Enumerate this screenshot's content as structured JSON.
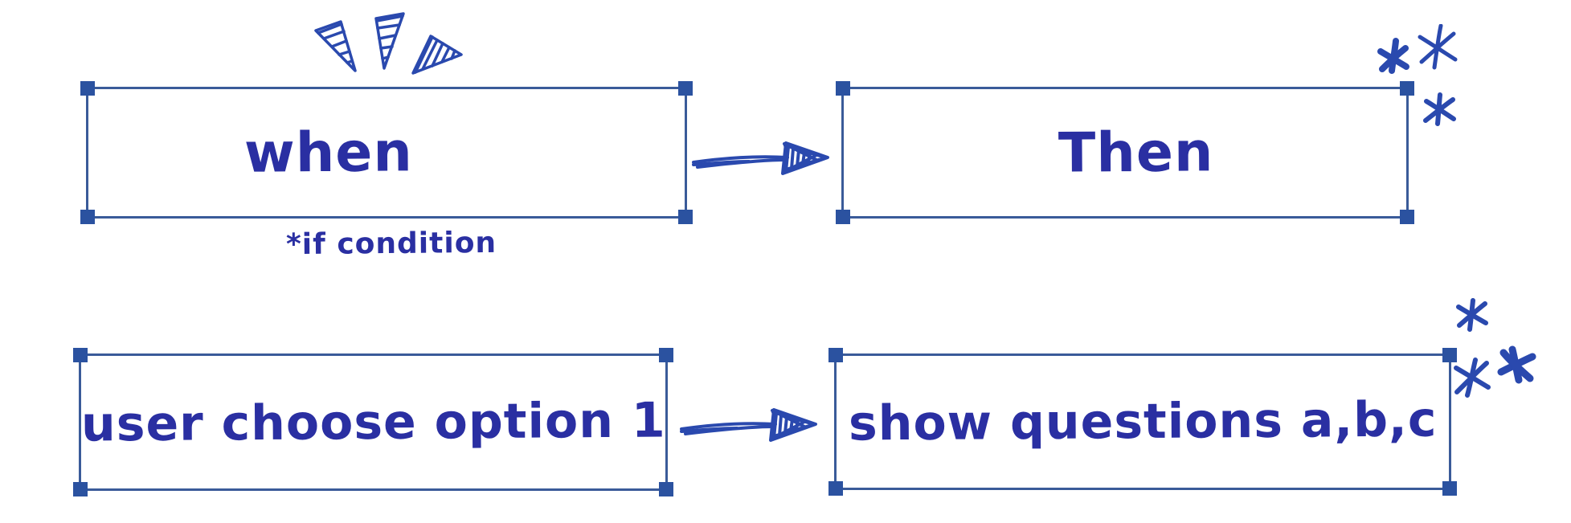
{
  "app": {
    "type": "whiteboard-flow-diagram"
  },
  "colors": {
    "background": "#ffffff",
    "frame": "#3a5b99",
    "handle": "#2b52a0",
    "ink": "#2a2fa2",
    "doodle": "#2a49ae"
  },
  "nodes": {
    "when": {
      "label": "when"
    },
    "then": {
      "label": "Then"
    },
    "user_option": {
      "label": "user choose option 1"
    },
    "show_questions": {
      "label": "show questions a,b,c"
    }
  },
  "notes": {
    "if_condition": "*if condition"
  },
  "icons": {
    "burst": "emphasis-rays-icon",
    "arrow": "scribble-arrow-icon",
    "asterisks": "asterisk-doodles-icon"
  }
}
